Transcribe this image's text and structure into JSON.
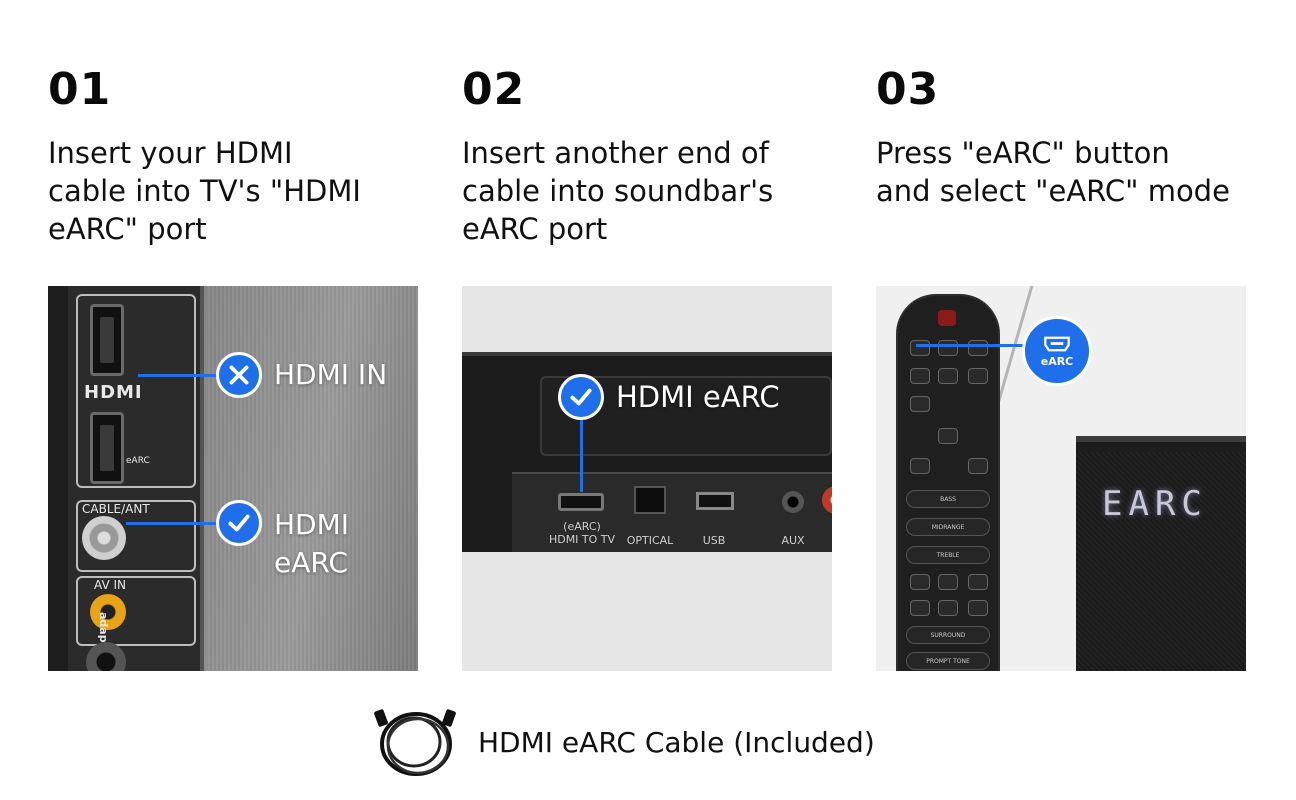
{
  "steps": [
    {
      "number": "01",
      "text": "Insert your HDMI\ncable into TV's \"HDMI\neARC\" port",
      "callouts": [
        "HDMI IN",
        "HDMI\neARC"
      ],
      "port_labels": [
        "HDMI",
        "eARC",
        "CABLE/ANT",
        "AV IN",
        "adapter"
      ]
    },
    {
      "number": "02",
      "text": "Insert another end of\ncable into soundbar's\neARC port",
      "callouts": [
        "HDMI eARC"
      ],
      "port_labels": [
        "(eARC)\nHDMI TO TV",
        "OPTICAL",
        "USB",
        "AUX"
      ]
    },
    {
      "number": "03",
      "text": "Press \"eARC\" button\nand select \"eARC\" mode",
      "callouts": [
        "eARC"
      ],
      "display_text": "EARC",
      "remote_labels": [
        "BASS",
        "MIDRANGE",
        "TREBLE",
        "SURROUND",
        "PROMPT TONE"
      ]
    }
  ],
  "footer": {
    "label": "HDMI eARC Cable (Included)"
  },
  "colors": {
    "accent": "#1f6feb"
  },
  "icons": {
    "cross": "x-icon",
    "check": "check-icon",
    "cable": "hdmi-cable-icon",
    "hdmi_port": "hdmi-port-icon"
  }
}
